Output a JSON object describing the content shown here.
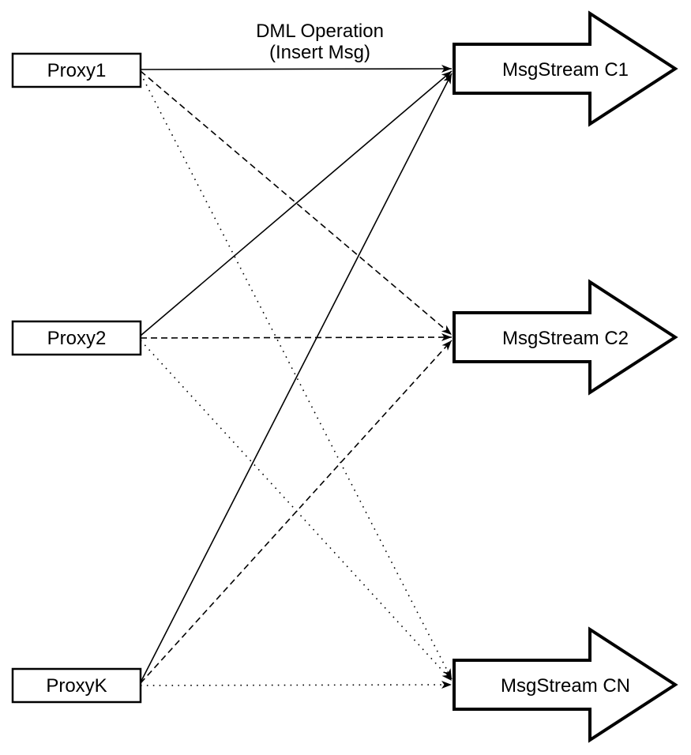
{
  "annotation": {
    "line1": "DML Operation",
    "line2": "(Insert Msg)"
  },
  "proxies": [
    {
      "label": "Proxy1"
    },
    {
      "label": "Proxy2"
    },
    {
      "label": "ProxyK"
    }
  ],
  "streams": [
    {
      "label": "MsgStream C1"
    },
    {
      "label": "MsgStream C2"
    },
    {
      "label": "MsgStream CN"
    }
  ],
  "edges": [
    {
      "from": "Proxy1",
      "to": "MsgStream C1",
      "style": "solid"
    },
    {
      "from": "Proxy1",
      "to": "MsgStream C2",
      "style": "dashed"
    },
    {
      "from": "Proxy1",
      "to": "MsgStream CN",
      "style": "dotted"
    },
    {
      "from": "Proxy2",
      "to": "MsgStream C1",
      "style": "solid"
    },
    {
      "from": "Proxy2",
      "to": "MsgStream C2",
      "style": "dashed"
    },
    {
      "from": "Proxy2",
      "to": "MsgStream CN",
      "style": "dotted"
    },
    {
      "from": "ProxyK",
      "to": "MsgStream C1",
      "style": "solid"
    },
    {
      "from": "ProxyK",
      "to": "MsgStream C2",
      "style": "dashed"
    },
    {
      "from": "ProxyK",
      "to": "MsgStream CN",
      "style": "dotted"
    }
  ],
  "colors": {
    "stroke": "#000000",
    "shape_fill": "#ffffff",
    "background": "#ffffff",
    "text": "#000000"
  }
}
